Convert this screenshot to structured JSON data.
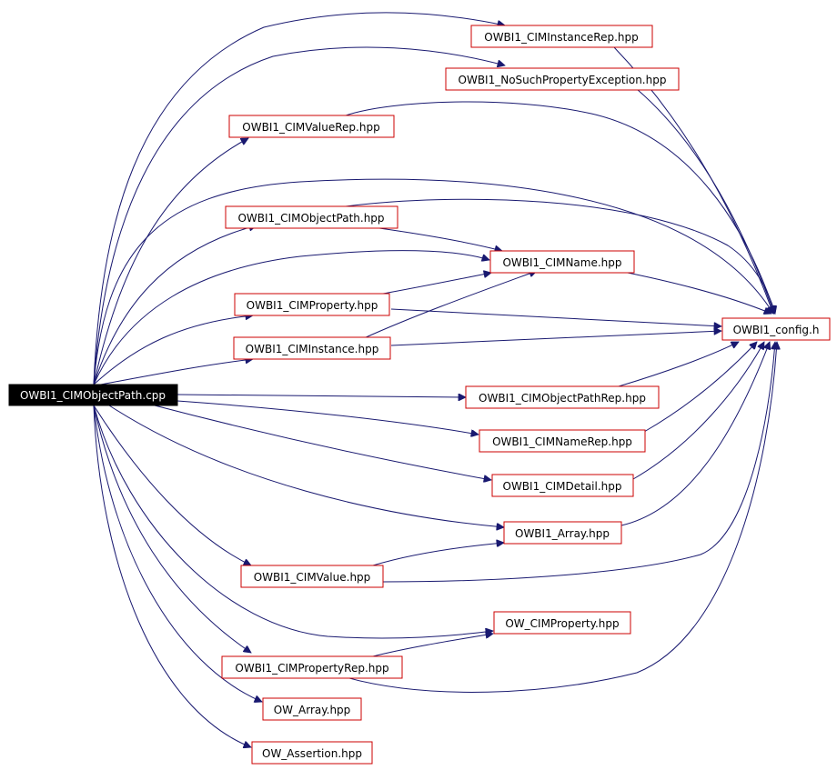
{
  "graph": {
    "colors": {
      "edge": "#191970",
      "node_border": "#cc0000",
      "root_fill": "#000000",
      "root_text": "#ffffff"
    },
    "nodes": {
      "root": "OWBI1_CIMObjectPath.cpp",
      "instance_rep": "OWBI1_CIMInstanceRep.hpp",
      "no_such_prop": "OWBI1_NoSuchPropertyException.hpp",
      "value_rep": "OWBI1_CIMValueRep.hpp",
      "object_path": "OWBI1_CIMObjectPath.hpp",
      "cim_name": "OWBI1_CIMName.hpp",
      "cim_property": "OWBI1_CIMProperty.hpp",
      "config": "OWBI1_config.h",
      "cim_instance": "OWBI1_CIMInstance.hpp",
      "object_path_rep": "OWBI1_CIMObjectPathRep.hpp",
      "name_rep": "OWBI1_CIMNameRep.hpp",
      "cim_detail": "OWBI1_CIMDetail.hpp",
      "bi1_array": "OWBI1_Array.hpp",
      "cim_value": "OWBI1_CIMValue.hpp",
      "ow_cim_property": "OW_CIMProperty.hpp",
      "property_rep": "OWBI1_CIMPropertyRep.hpp",
      "ow_array": "OW_Array.hpp",
      "ow_assertion": "OW_Assertion.hpp"
    },
    "edges": [
      [
        "root",
        "instance_rep"
      ],
      [
        "root",
        "no_such_prop"
      ],
      [
        "root",
        "value_rep"
      ],
      [
        "root",
        "object_path"
      ],
      [
        "root",
        "config"
      ],
      [
        "root",
        "cim_name"
      ],
      [
        "root",
        "cim_property"
      ],
      [
        "root",
        "cim_instance"
      ],
      [
        "root",
        "object_path_rep"
      ],
      [
        "root",
        "name_rep"
      ],
      [
        "root",
        "cim_detail"
      ],
      [
        "root",
        "bi1_array"
      ],
      [
        "root",
        "cim_value"
      ],
      [
        "root",
        "ow_cim_property"
      ],
      [
        "root",
        "property_rep"
      ],
      [
        "root",
        "ow_array"
      ],
      [
        "root",
        "ow_assertion"
      ],
      [
        "instance_rep",
        "config"
      ],
      [
        "no_such_prop",
        "config"
      ],
      [
        "value_rep",
        "config"
      ],
      [
        "object_path",
        "cim_name"
      ],
      [
        "object_path",
        "config"
      ],
      [
        "cim_name",
        "config"
      ],
      [
        "cim_property",
        "cim_name"
      ],
      [
        "cim_property",
        "config"
      ],
      [
        "cim_instance",
        "cim_name"
      ],
      [
        "cim_instance",
        "config"
      ],
      [
        "object_path_rep",
        "config"
      ],
      [
        "name_rep",
        "config"
      ],
      [
        "cim_detail",
        "config"
      ],
      [
        "bi1_array",
        "config"
      ],
      [
        "cim_value",
        "bi1_array"
      ],
      [
        "cim_value",
        "config"
      ],
      [
        "property_rep",
        "ow_cim_property"
      ],
      [
        "property_rep",
        "config"
      ]
    ]
  }
}
